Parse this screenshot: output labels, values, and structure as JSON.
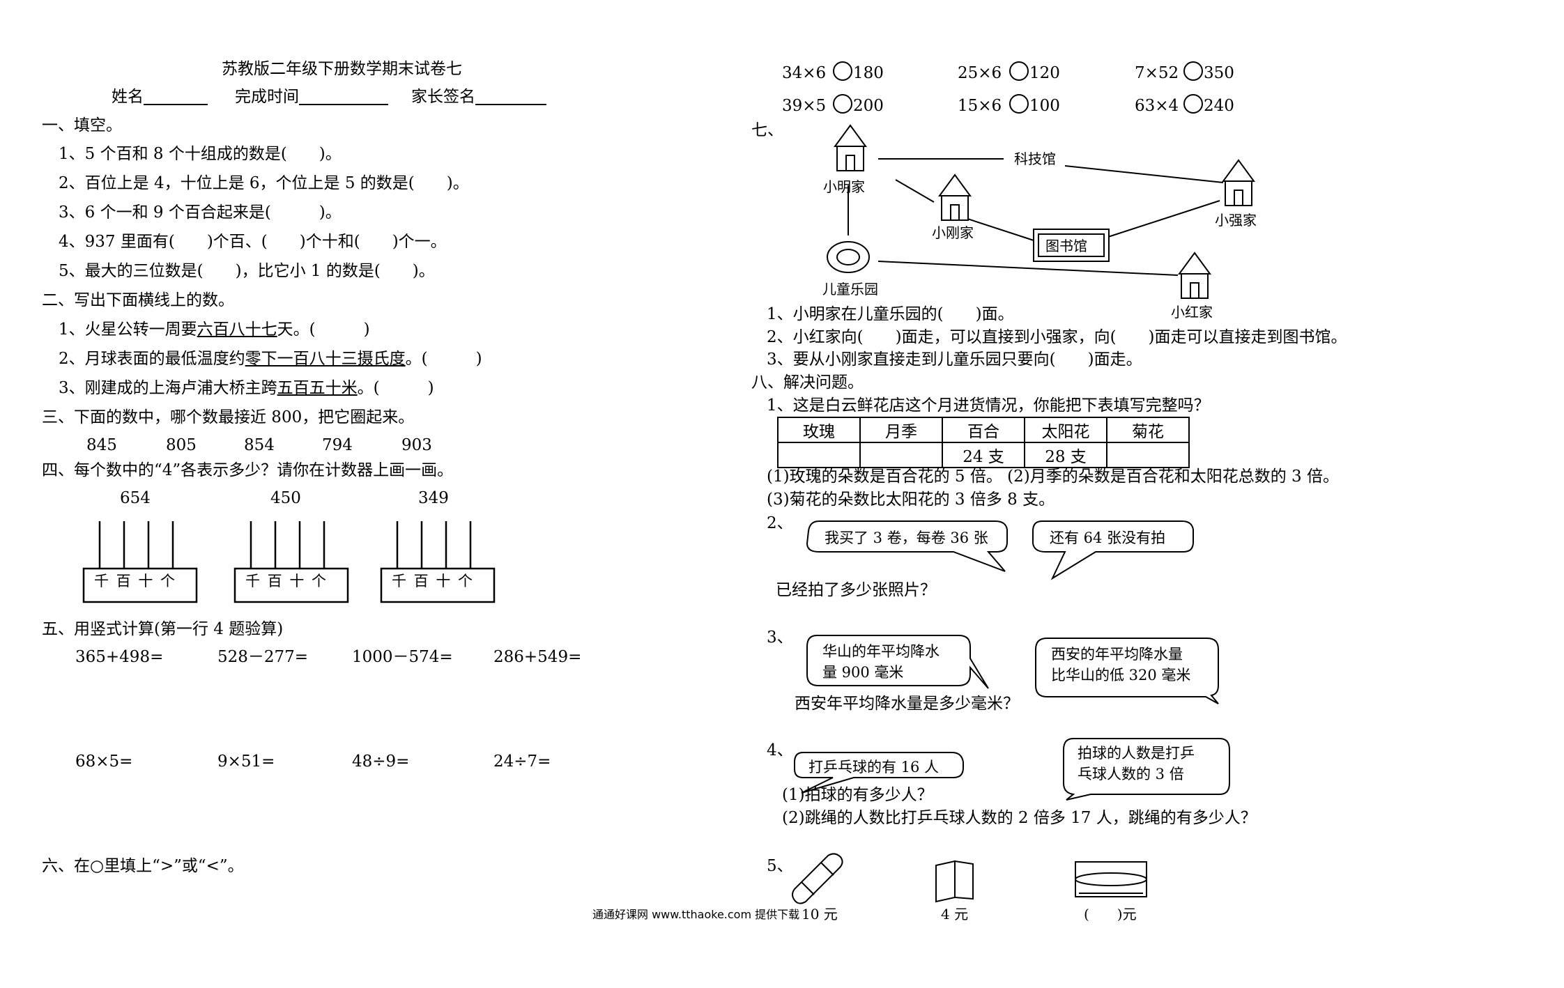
{
  "header": {
    "title": "苏教版二年级下册数学期末试卷七",
    "name_label": "姓名",
    "time_label": "完成时间",
    "parent_label": "家长签名"
  },
  "s1": {
    "title": "一、填空。",
    "q1": "1、5 个百和 8 个十组成的数是(　　)。",
    "q2": "2、百位上是 4，十位上是 6，个位上是 5 的数是(　　)。",
    "q3": "3、6 个一和 9 个百合起来是(　　　)。",
    "q4": "4、937 里面有(　　)个百、(　　)个十和(　　)个一。",
    "q5": "5、最大的三位数是(　　)，比它小 1 的数是(　　)。"
  },
  "s2": {
    "title": "二、写出下面横线上的数。",
    "q1_pre": "1、火星公转一周要",
    "q1_u": "六百八十七",
    "q1_post": "天。(　　　)",
    "q2_pre": "2、月球表面的最低温度约",
    "q2_u": "零下一百八十三摄氏度",
    "q2_post": "。(　　　)",
    "q3_pre": "3、刚建成的上海卢浦大桥主跨",
    "q3_u": "五百五十米",
    "q3_post": "。(　　　)"
  },
  "s3": {
    "title": "三、下面的数中，哪个数最接近 800，把它圈起来。",
    "nums": [
      "845",
      "805",
      "854",
      "794",
      "903"
    ]
  },
  "s4": {
    "title": "四、每个数中的“4”各表示多少？请你在计数器上画一画。",
    "nums": [
      "654",
      "450",
      "349"
    ],
    "abacus_label": "千 百 十 个"
  },
  "s5": {
    "title": "五、用竖式计算(第一行 4 题验算)",
    "row1": [
      "365+498=",
      "528－277=",
      "1000－574=",
      "286+549="
    ],
    "row2": [
      "68×5=",
      "9×51=",
      "48÷9=",
      "24÷7="
    ]
  },
  "s6": {
    "title": "六、在○里填上“>”或“<”。",
    "r1": [
      {
        "l": "34×6",
        "r": "180"
      },
      {
        "l": "25×6",
        "r": "120"
      },
      {
        "l": "7×52",
        "r": "350"
      }
    ],
    "r2": [
      {
        "l": "39×5",
        "r": "200"
      },
      {
        "l": "15×6",
        "r": "100"
      },
      {
        "l": "63×4",
        "r": "240"
      }
    ]
  },
  "s7": {
    "title": "七、",
    "places": {
      "xiaoming": "小明家",
      "kejiguan": "科技馆",
      "xiaoqiang": "小强家",
      "xiaogang": "小刚家",
      "library": "图书馆",
      "park": "儿童乐园",
      "xiaohong": "小红家"
    },
    "q1": "1、小明家在儿童乐园的(　　)面。",
    "q2": "2、小红家向(　　)面走，可以直接到小强家，向(　　)面走可以直接走到图书馆。",
    "q3": "3、要从小刚家直接走到儿童乐园只要向(　　)面走。"
  },
  "s8": {
    "title": "八、解决问题。",
    "q1": "1、这是白云鲜花店这个月进货情况，你能把下表填写完整吗？",
    "table_head": [
      "玫瑰",
      "月季",
      "百合",
      "太阳花",
      "菊花"
    ],
    "table_row": [
      "",
      "",
      "24 支",
      "28 支",
      ""
    ],
    "q1_a": "(1)玫瑰的朵数是百合花的 5 倍。 (2)月季的朵数是百合花和太阳花总数的 3 倍。",
    "q1_b": "(3)菊花的朵数比太阳花的 3 倍多 8 支。",
    "q2_num": "2、",
    "q2_b1": "我买了 3 卷，每卷 36 张",
    "q2_b2": "还有 64 张没有拍",
    "q2_q": "已经拍了多少张照片？",
    "q3_num": "3、",
    "q3_b1a": "华山的年平均降水",
    "q3_b1b": "量 900 毫米",
    "q3_b2a": "西安的年平均降水量",
    "q3_b2b": "比华山的低 320 毫米",
    "q3_q": "西安年平均降水量是多少毫米？",
    "q4_num": "4、",
    "q4_b1": "打乒乓球的有 16 人",
    "q4_b2a": "拍球的人数是打乒",
    "q4_b2b": "乓球人数的 3 倍",
    "q4_q1": "(1)拍球的有多少人？",
    "q4_q2": "(2)跳绳的人数比打乒乓球人数的 2 倍多 17 人，跳绳的有多少人？",
    "q5_num": "5、",
    "q5_p1": "10 元",
    "q5_p2": "4 元",
    "q5_p3": "(　　)元"
  },
  "footer": "通通好课网 www.tthaoke.com 提供下载"
}
